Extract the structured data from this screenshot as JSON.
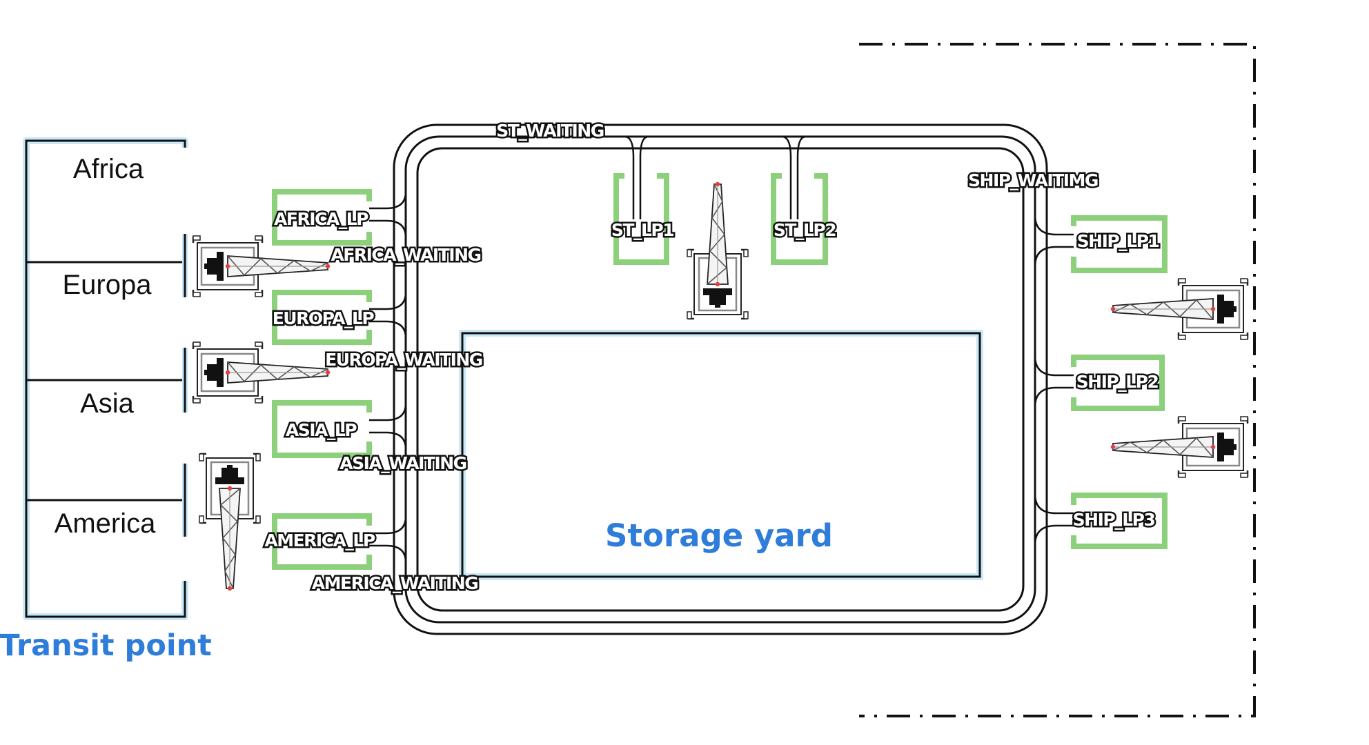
{
  "transit_point": {
    "title": "Transit point",
    "regions": [
      "Africa",
      "Europa",
      "Asia",
      "America"
    ]
  },
  "storage_yard": {
    "title": "Storage yard"
  },
  "loading_points": {
    "africa_lp": "AFRICA_LP",
    "europa_lp": "EUROPA_LP",
    "asia_lp": "ASIA_LP",
    "america_lp": "AMERICA_LP",
    "st_lp1": "ST_LP1",
    "st_lp2": "ST_LP2",
    "ship_lp1": "SHIP_LP1",
    "ship_lp2": "SHIP_LP2",
    "ship_lp3": "SHIP_LP3"
  },
  "waiting_points": {
    "st_waiting": "ST_WAITING",
    "ship_waiting": "SHIP_WAITIMG",
    "africa_waiting": "AFRICA_WAITING",
    "europa_waiting": "EUROPA_WAITING",
    "asia_waiting": "ASIA_WAITING",
    "america_waiting": "AMERICA_WAITING"
  },
  "colors": {
    "area_title": "#2f7ddb",
    "area_glow": "#c8e8f8",
    "loading_point": "#8dd07c",
    "track": "#111111",
    "crane_joint": "#e04040"
  },
  "icons": [
    "crane-icon"
  ]
}
